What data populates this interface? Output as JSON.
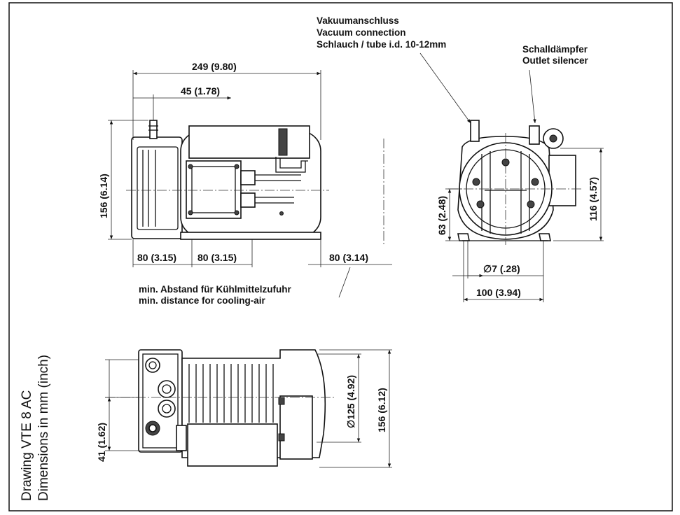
{
  "drawing": {
    "title_line1": "Drawing VTE 8 AC",
    "title_line2": "Dimensions in mm (inch)"
  },
  "labels": {
    "vacuum_de": "Vakuumanschluss",
    "vacuum_en": "Vacuum connection",
    "hose": "Schlauch / tube i.d. 10-12mm",
    "silencer_de": "Schalldämpfer",
    "silencer_en": "Outlet silencer",
    "clearance_de": "min. Abstand für Kühlmittelzufuhr",
    "clearance_en": "min. distance for cooling-air"
  },
  "dimensions": {
    "overall_length": "249 (9.80)",
    "connection_offset": "45 (1.78)",
    "front_height": "156 (6.14)",
    "foot_left": "80 (3.15)",
    "foot_right": "80 (3.15)",
    "clearance": "80 (3.14)",
    "centre_height": "63 (2.48)",
    "side_height": "116 (4.57)",
    "hole_dia": "∅7 (.28)",
    "foot_spacing": "100 (3.94)",
    "top_offset": "41 (1.62)",
    "motor_dia": "∅125 (4.92)",
    "top_width": "156 (6.12)"
  }
}
